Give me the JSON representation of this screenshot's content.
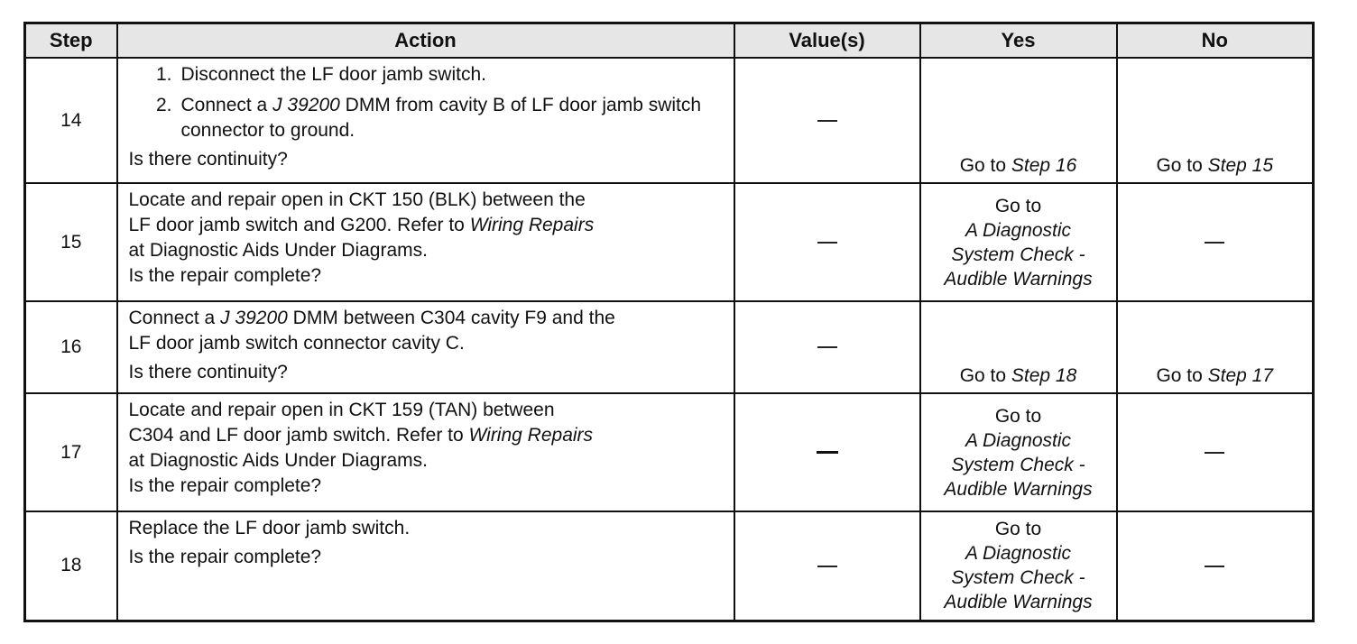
{
  "headers": {
    "step": "Step",
    "action": "Action",
    "values": "Value(s)",
    "yes": "Yes",
    "no": "No"
  },
  "rows": [
    {
      "step": "14",
      "action": {
        "items": [
          {
            "num": "1.",
            "text": "Disconnect the LF door jamb switch."
          },
          {
            "num": "2.",
            "pre": "Connect a ",
            "em": "J 39200",
            "post": " DMM from cavity B of LF door jamb switch connector to ground."
          }
        ],
        "question": "Is there continuity?"
      },
      "yes": {
        "pre": "Go to ",
        "em": "Step 16"
      },
      "no": {
        "pre": "Go to ",
        "em": "Step 15"
      }
    },
    {
      "step": "15",
      "action": {
        "line1": "Locate and repair open in CKT 150 (BLK) between the",
        "line2_pre": "LF door jamb switch and G200. Refer to ",
        "line2_em": "Wiring Repairs",
        "line3": "at Diagnostic Aids Under Diagrams.",
        "question": "Is the repair complete?"
      },
      "yes": {
        "go": "Go to",
        "l1": "A Diagnostic",
        "l2": "System Check -",
        "l3": "Audible Warnings"
      }
    },
    {
      "step": "16",
      "action": {
        "pre": "Connect a ",
        "em": "J 39200",
        "post": " DMM between C304 cavity F9 and the",
        "line2": "LF door jamb switch connector cavity C.",
        "question": "Is there continuity?"
      },
      "yes": {
        "pre": "Go to ",
        "em": "Step 18"
      },
      "no": {
        "pre": "Go to ",
        "em": "Step 17"
      }
    },
    {
      "step": "17",
      "action": {
        "line1": "Locate and repair open in CKT 159 (TAN) between",
        "line2_pre": "C304 and LF door jamb switch. Refer to ",
        "line2_em": "Wiring Repairs",
        "line3": "at Diagnostic Aids Under Diagrams.",
        "question": "Is the repair complete?"
      },
      "yes": {
        "go": "Go to",
        "l1": "A Diagnostic",
        "l2": "System Check -",
        "l3": "Audible Warnings"
      }
    },
    {
      "step": "18",
      "action": {
        "line1": "Replace the LF door jamb switch.",
        "question": "Is the repair complete?"
      },
      "yes": {
        "go": "Go to",
        "l1": "A Diagnostic",
        "l2": "System Check -",
        "l3": "Audible Warnings"
      }
    }
  ]
}
